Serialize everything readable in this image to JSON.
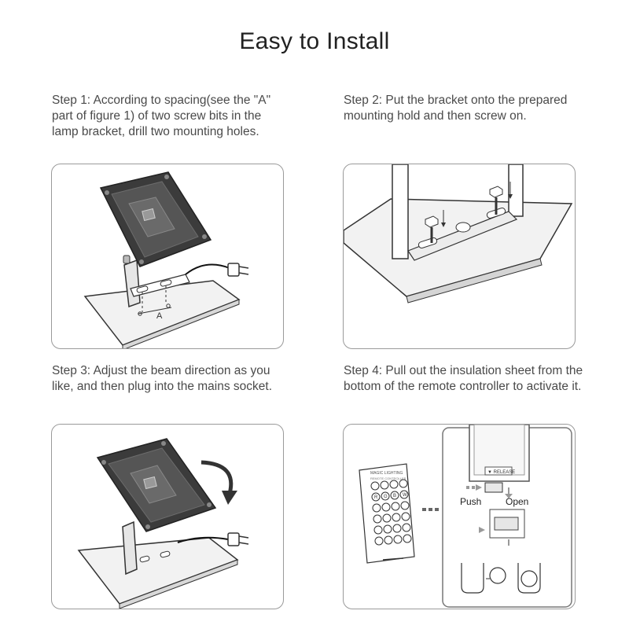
{
  "title": "Easy to Install",
  "steps": [
    {
      "text": "Step 1: According to spacing(see the \"A\" part of figure 1) of two screw bits in the lamp bracket, drill two mounting holes."
    },
    {
      "text": "Step 2: Put the bracket onto the prepared mounting hold and then screw on."
    },
    {
      "text": "Step 3: Adjust the beam direction as you like, and then plug into the mains socket."
    },
    {
      "text": "Step 4: Pull out the insulation sheet from the bottom of the remote controller to activate it."
    }
  ],
  "figure1": {
    "spacing_label": "A"
  },
  "figure4": {
    "release_label": "▼ RELEASE",
    "push_label": "Push",
    "open_label": "Open",
    "remote_brand": "MAGIC LIGHTING",
    "remote_subtitle": "REMOTE CONTROLLER",
    "remote_buttons": [
      "R",
      "G",
      "B",
      "W"
    ]
  }
}
